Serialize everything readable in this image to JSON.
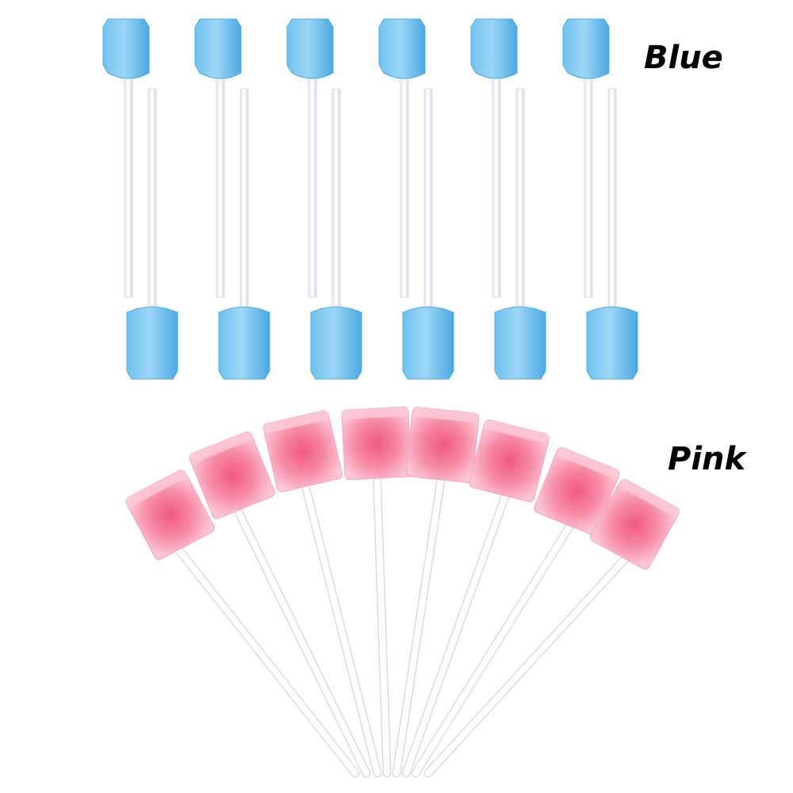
{
  "labels": {
    "blue": "Blue",
    "pink": "Pink"
  },
  "colors": {
    "background": "#ffffff",
    "blue_sponge": "#5fb8ea",
    "blue_sponge_light": "#a9dcf7",
    "pink_sponge": "#f47a98",
    "pink_sponge_light": "#fbc3d2",
    "stick": "#ffffff",
    "stick_edge": "#d5dbe3"
  },
  "products": {
    "blue_swab_count": 12,
    "pink_swab_count": 8
  }
}
